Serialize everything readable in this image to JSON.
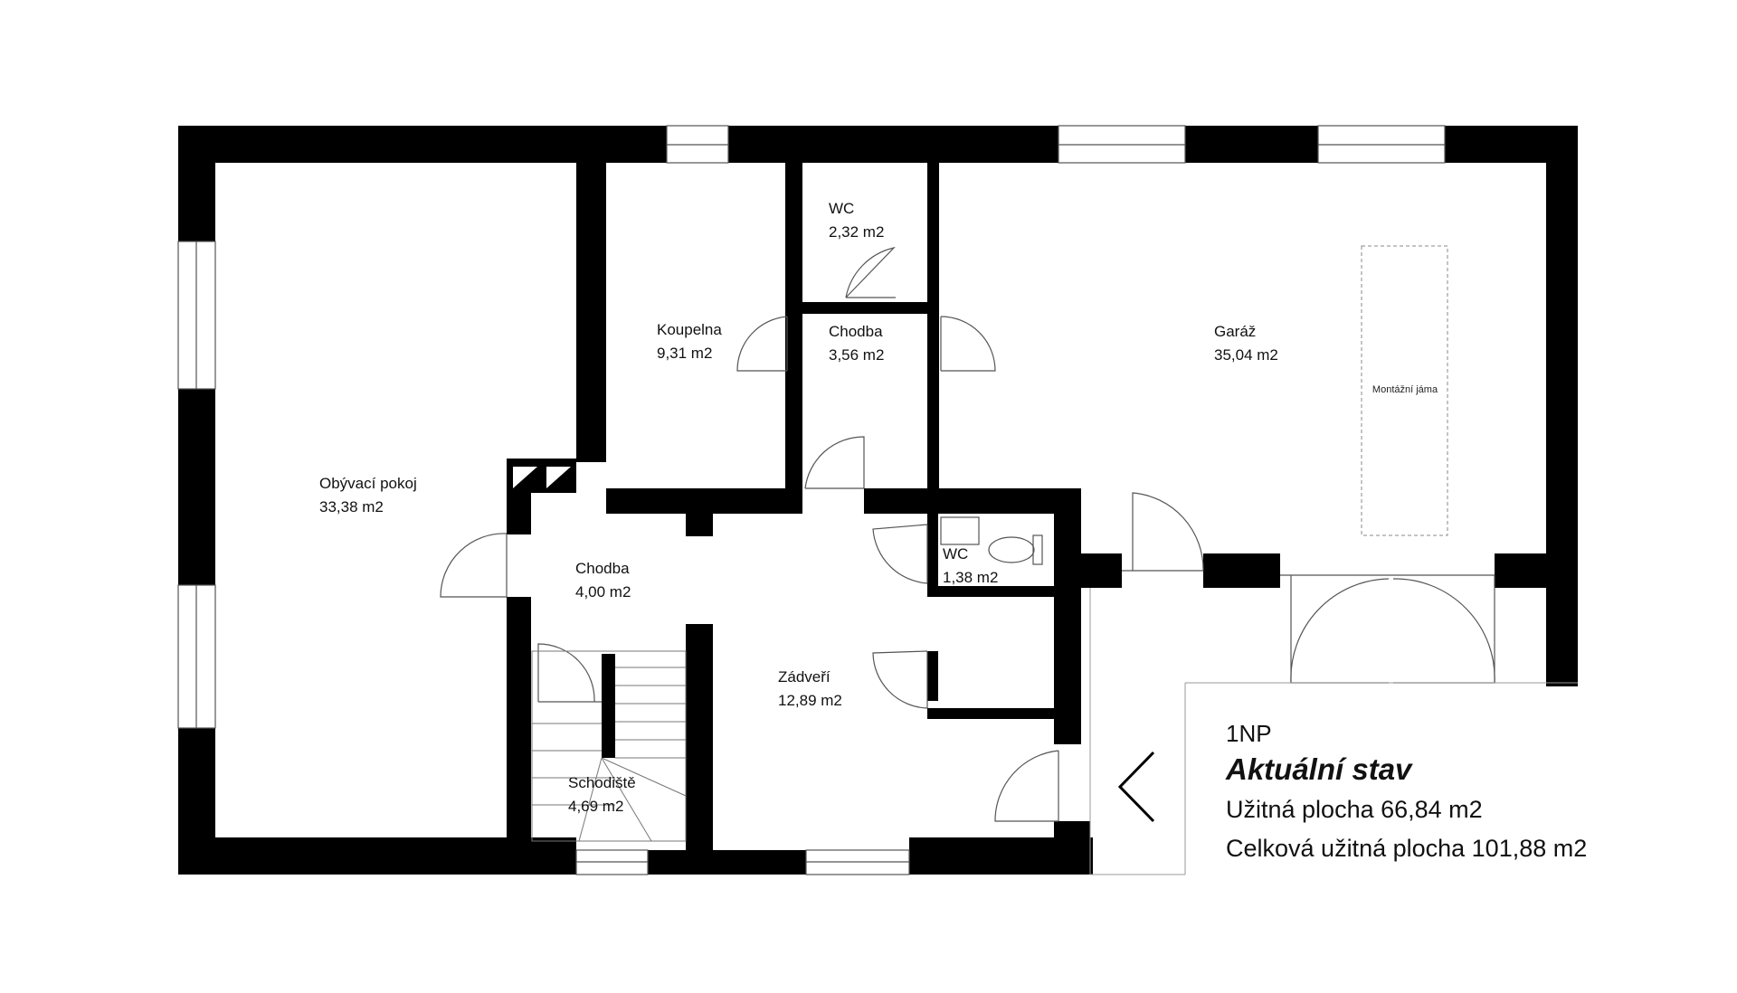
{
  "plan": {
    "rooms": {
      "obyvaci": {
        "name": "Obývací pokoj",
        "area": "33,38 m2"
      },
      "koupelna": {
        "name": "Koupelna",
        "area": "9,31 m2"
      },
      "wc_upper": {
        "name": "WC",
        "area": "2,32 m2"
      },
      "chodba_upper": {
        "name": "Chodba",
        "area": "3,56 m2"
      },
      "garaz": {
        "name": "Garáž",
        "area": "35,04 m2"
      },
      "chodba_lower": {
        "name": "Chodba",
        "area": "4,00 m2"
      },
      "wc_lower": {
        "name": "WC",
        "area": "1,38 m2"
      },
      "zadveri": {
        "name": "Zádveří",
        "area": "12,89 m2"
      },
      "schodiste": {
        "name": "Schodiště",
        "area": "4,69 m2"
      }
    },
    "pit_label": "Montážní jáma",
    "colors": {
      "wall": "#000000",
      "line": "#555555",
      "background": "#ffffff"
    }
  },
  "legend": {
    "floor": "1NP",
    "status": "Aktuální stav",
    "usable_area": "Užitná plocha 66,84 m2",
    "total_usable_area": "Celková užitná plocha 101,88 m2"
  }
}
